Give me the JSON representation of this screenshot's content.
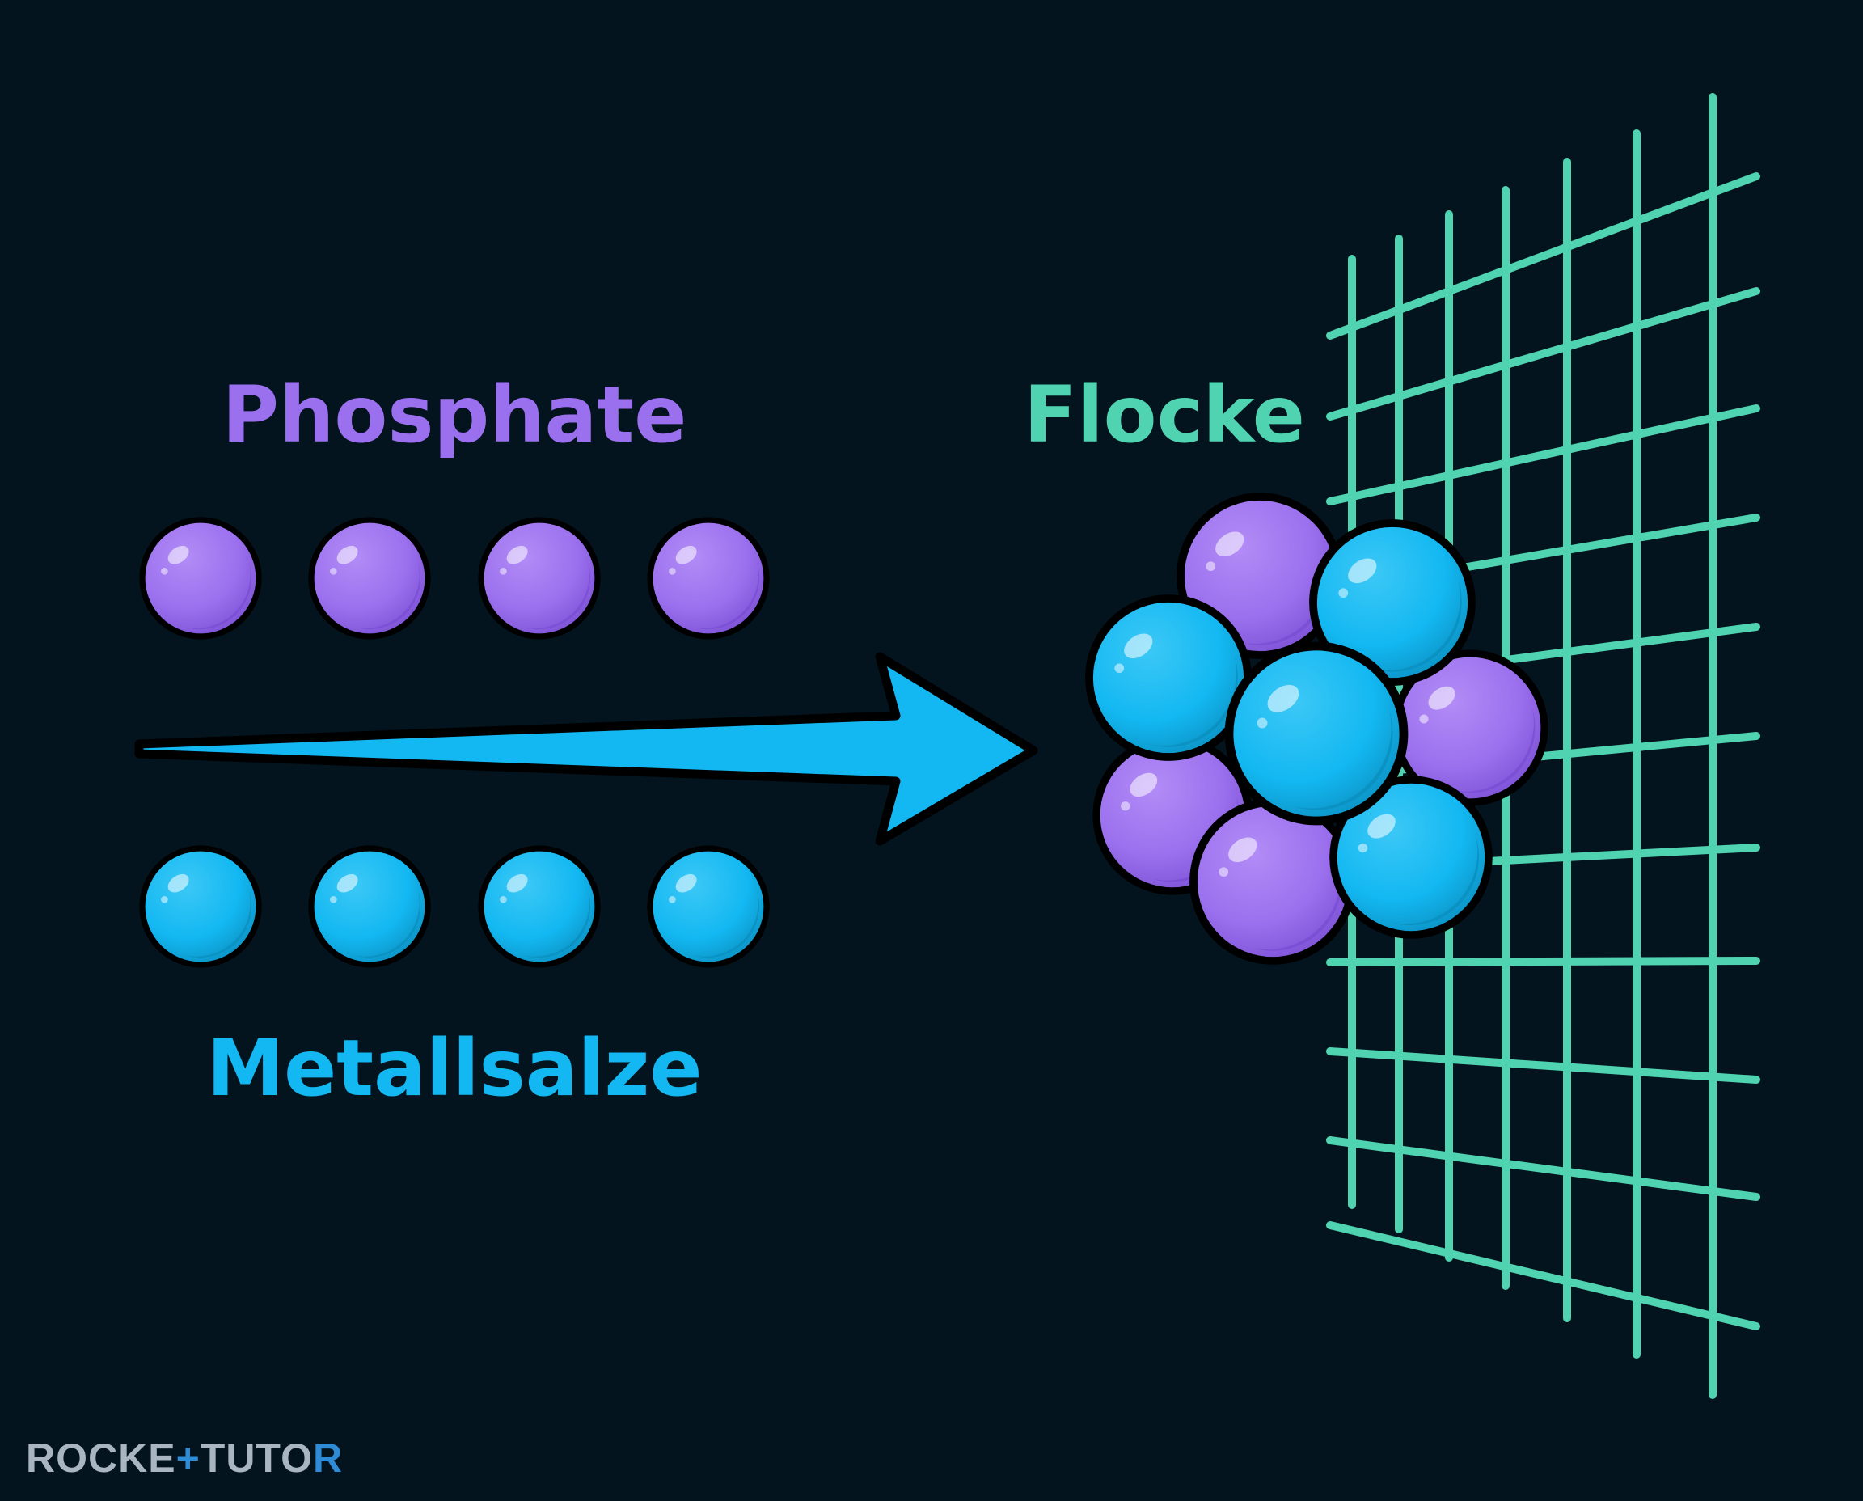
{
  "labels": {
    "phosphate": "Phosphate",
    "metal_salts": "Metallsalze",
    "floc": "Flocke"
  },
  "logo": {
    "part1": "ROCKE",
    "part2": "TUTO",
    "part3": "R"
  },
  "colors": {
    "background": "#03141f",
    "phosphate": "#9b70ee",
    "phosphate_shade": "#7a4fd3",
    "metal": "#13b8f2",
    "metal_shade": "#0b8fc0",
    "floc_label": "#4fd3b0",
    "filter_mesh": "#4fd3b0",
    "arrow": "#13b8f2",
    "outline": "#000000",
    "logo_main": "#a9b6c2",
    "logo_accent": "#2e8bd6"
  },
  "particles": {
    "phosphate_count": 4,
    "metal_count": 4
  },
  "icons": {
    "arrow": "arrow-right-icon",
    "filter": "filter-mesh-icon",
    "floc": "floc-cluster-icon"
  }
}
